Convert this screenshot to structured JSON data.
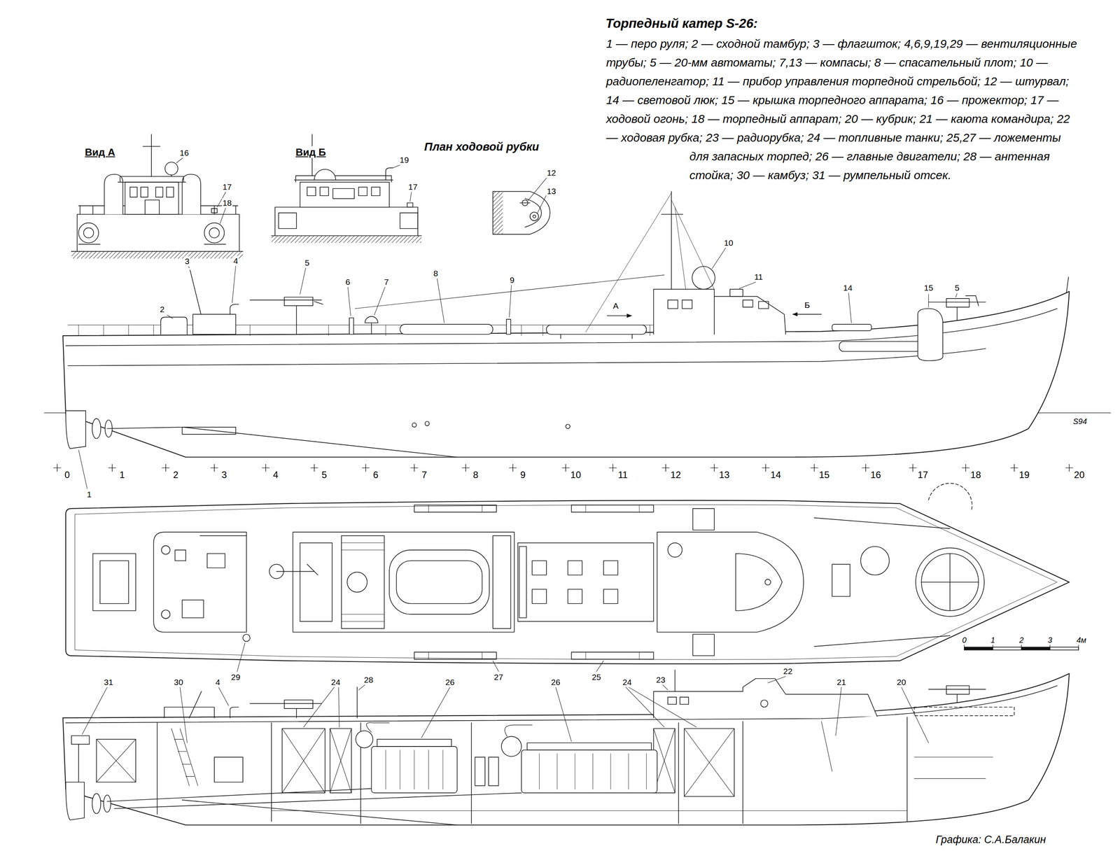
{
  "diagram": {
    "title": "Торпедный катер S-26:",
    "caption": "Графика: С.А.Балакин",
    "labels": [
      "1 — перо руля; 2 — сходной тамбур; 3 — флагшток; 4,6,9,19,29 — вентиляционные трубы; 5 — 20-мм автоматы; 7,13 — компасы; 8 — спасательный плот; 10 — радиопеленгатор; 11 — прибор управления торпедной стрельбой; 12 — штурвал; 14 — световой люк; 15 — крышка торпедного аппарата; 16 — прожектор; 17 — ходовой огонь; 18 — торпедный аппарат; 20 — кубрик; 21 — каюта командира; 22 — ходовая рубка; 23 — радиорубка; 24 — топливные танки; 25,27 — ложементы для запасных торпед; 26 — главные двигатели; 28 — антенная стойка; 30 — камбуз; 31 — румпельный отсек.",
      "Вид А",
      "16",
      "17",
      "18",
      "Вид Б",
      "19",
      "17",
      "План ходовой рубки",
      "12",
      "13",
      "3",
      "4",
      "2",
      "5",
      "6",
      "7",
      "8",
      "9",
      "10",
      "11",
      "А",
      "Б",
      "14",
      "15",
      "5",
      "S94",
      "1",
      "0",
      "1",
      "2",
      "3",
      "4",
      "5",
      "6",
      "7",
      "8",
      "9",
      "10",
      "11",
      "12",
      "13",
      "14",
      "15",
      "16",
      "17",
      "18",
      "19",
      "20",
      "29",
      "27",
      "25",
      "0",
      "1",
      "2",
      "3",
      "4м",
      "31",
      "30",
      "4",
      "24",
      "28",
      "26",
      "26",
      "23",
      "24",
      "22",
      "21",
      "20"
    ]
  }
}
